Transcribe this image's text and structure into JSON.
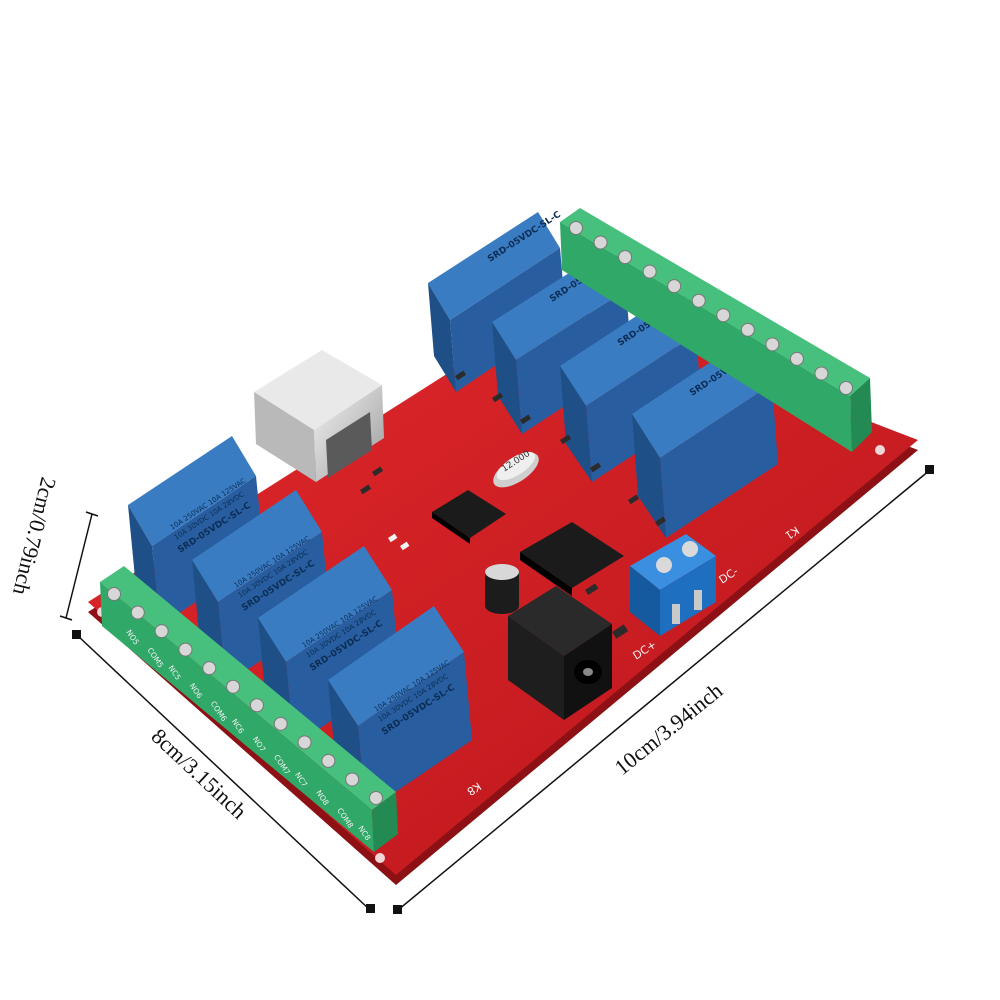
{
  "dimensions": {
    "height": "2cm/0.79inch",
    "width": "8cm/3.15inch",
    "length": "10cm/3.94inch"
  },
  "relay": {
    "model": "SRD-05VDC-SL-C",
    "rating_line1": "10A 250VAC 10A 125VAC",
    "rating_line2": "10A 30VDC 10A 28VDC"
  },
  "board": {
    "crystal": "12.000",
    "relay_first_label": "K1",
    "relay_last_label": "K8",
    "dc_plus": "DC+",
    "dc_minus": "DC-",
    "terminal_labels": [
      "NO5",
      "COM5",
      "NC5",
      "NO6",
      "COM6",
      "NC6",
      "NO7",
      "COM7",
      "NC7",
      "NO8",
      "COM8",
      "NC8"
    ]
  },
  "colors": {
    "pcb": "#d21f24",
    "relay": "#2f6eb5",
    "terminal": "#2fa868",
    "dc_terminal": "#1f73c4"
  }
}
